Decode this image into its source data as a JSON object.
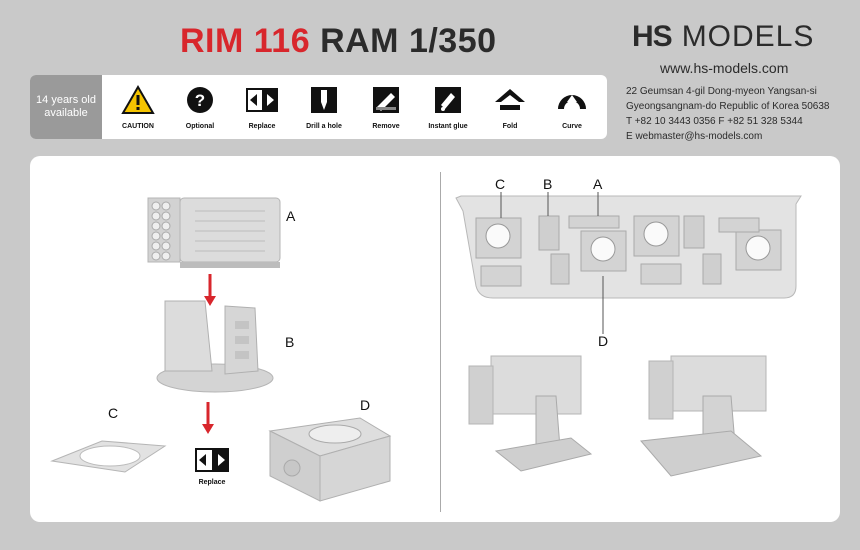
{
  "header": {
    "title_red": "RIM 116",
    "title_dark": "RAM 1/350",
    "brand_logo": "HS",
    "brand_name": "MODELS",
    "website": "www.hs-models.com",
    "address": [
      "22 Geumsan 4-gil Dong-myeon Yangsan-si",
      "Gyeongsangnam-do Republic of Korea 50638",
      "T  +82 10 3443 0356     F  +82 51 328 5344",
      "E  webmaster@hs-models.com"
    ]
  },
  "legend": {
    "age_line1": "14 years old",
    "age_line2": "available",
    "items": [
      {
        "icon": "caution-icon",
        "label": "CAUTION"
      },
      {
        "icon": "question-icon",
        "label": "Optional"
      },
      {
        "icon": "replace-icon",
        "label": "Replace"
      },
      {
        "icon": "drill-icon",
        "label": "Drill a hole"
      },
      {
        "icon": "remove-icon",
        "label": "Remove"
      },
      {
        "icon": "glue-icon",
        "label": "Instant glue"
      },
      {
        "icon": "fold-icon",
        "label": "Fold"
      },
      {
        "icon": "curve-icon",
        "label": "Curve"
      }
    ]
  },
  "assembly": {
    "labels": {
      "a": "A",
      "b": "B",
      "c": "C",
      "d": "D"
    },
    "replace_label": "Replace"
  },
  "sprue": {
    "labels": {
      "c": "C",
      "b": "B",
      "a": "A",
      "d": "D"
    }
  },
  "colors": {
    "accent_red": "#d8262c",
    "text_dark": "#2b2b2b",
    "panel_bg": "#ffffff",
    "page_bg": "#c9c9c9"
  }
}
